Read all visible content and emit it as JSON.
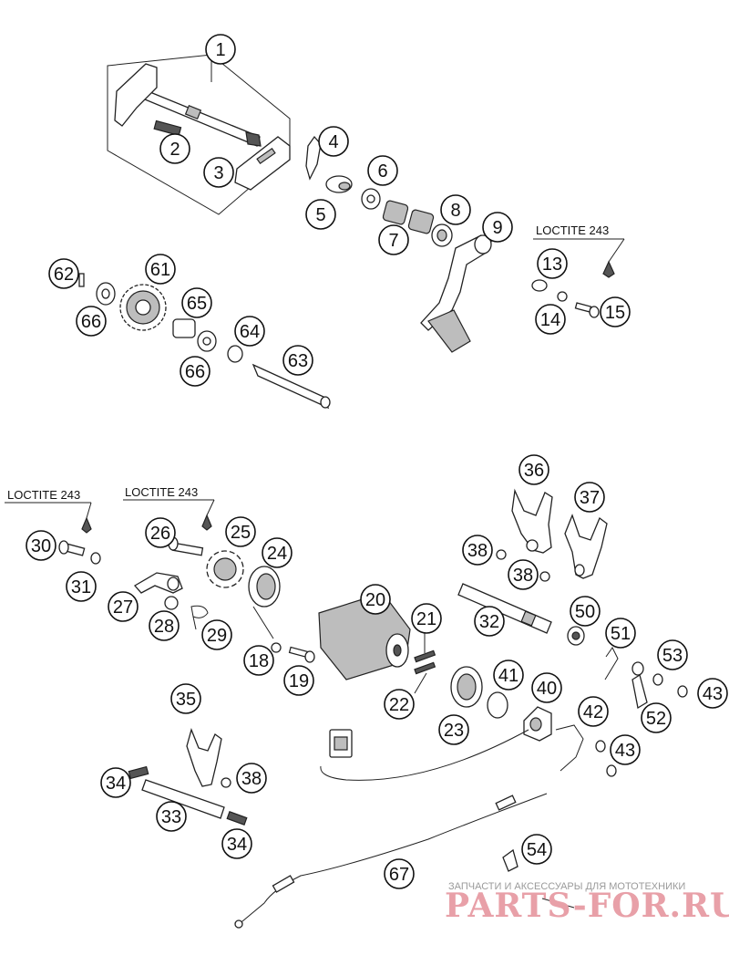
{
  "callouts": [
    {
      "id": "1",
      "label": "1"
    },
    {
      "id": "2",
      "label": "2"
    },
    {
      "id": "3",
      "label": "3"
    },
    {
      "id": "4",
      "label": "4"
    },
    {
      "id": "5",
      "label": "5"
    },
    {
      "id": "6",
      "label": "6"
    },
    {
      "id": "7",
      "label": "7"
    },
    {
      "id": "8",
      "label": "8"
    },
    {
      "id": "9",
      "label": "9"
    },
    {
      "id": "13",
      "label": "13"
    },
    {
      "id": "14",
      "label": "14"
    },
    {
      "id": "15",
      "label": "15"
    },
    {
      "id": "61",
      "label": "61"
    },
    {
      "id": "62",
      "label": "62"
    },
    {
      "id": "63",
      "label": "63"
    },
    {
      "id": "64",
      "label": "64"
    },
    {
      "id": "65",
      "label": "65"
    },
    {
      "id": "66a",
      "label": "66"
    },
    {
      "id": "66b",
      "label": "66"
    },
    {
      "id": "36",
      "label": "36"
    },
    {
      "id": "37",
      "label": "37"
    },
    {
      "id": "26",
      "label": "26"
    },
    {
      "id": "25",
      "label": "25"
    },
    {
      "id": "30",
      "label": "30"
    },
    {
      "id": "24",
      "label": "24"
    },
    {
      "id": "31",
      "label": "31"
    },
    {
      "id": "27",
      "label": "27"
    },
    {
      "id": "28",
      "label": "28"
    },
    {
      "id": "29",
      "label": "29"
    },
    {
      "id": "20",
      "label": "20"
    },
    {
      "id": "21",
      "label": "21"
    },
    {
      "id": "18",
      "label": "18"
    },
    {
      "id": "19",
      "label": "19"
    },
    {
      "id": "22",
      "label": "22"
    },
    {
      "id": "23",
      "label": "23"
    },
    {
      "id": "38a",
      "label": "38"
    },
    {
      "id": "38b",
      "label": "38"
    },
    {
      "id": "32",
      "label": "32"
    },
    {
      "id": "50",
      "label": "50"
    },
    {
      "id": "51",
      "label": "51"
    },
    {
      "id": "53",
      "label": "53"
    },
    {
      "id": "52",
      "label": "52"
    },
    {
      "id": "43a",
      "label": "43"
    },
    {
      "id": "41",
      "label": "41"
    },
    {
      "id": "40",
      "label": "40"
    },
    {
      "id": "42",
      "label": "42"
    },
    {
      "id": "43b",
      "label": "43"
    },
    {
      "id": "35",
      "label": "35"
    },
    {
      "id": "34a",
      "label": "34"
    },
    {
      "id": "38c",
      "label": "38"
    },
    {
      "id": "33",
      "label": "33"
    },
    {
      "id": "34b",
      "label": "34"
    },
    {
      "id": "54",
      "label": "54"
    },
    {
      "id": "67",
      "label": "67"
    }
  ],
  "notes": {
    "loctite_top": "LOCTITE 243",
    "loctite_left": "LOCTITE 243",
    "loctite_mid": "LOCTITE 243"
  },
  "watermark": {
    "tagline": "ЗАПЧАСТИ И АКСЕССУАРЫ ДЛЯ МОТОТЕХНИКИ",
    "brand": "PARTS-FOR.RU"
  }
}
